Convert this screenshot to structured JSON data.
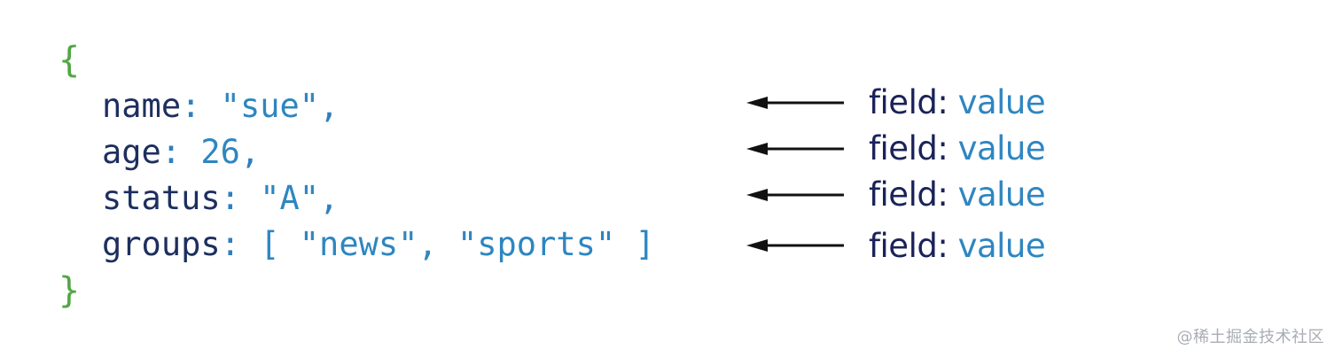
{
  "document": {
    "open_brace": "{",
    "close_brace": "}",
    "brace_color": "#52a644",
    "fields": [
      {
        "key": "name",
        "colon": ":",
        "value": "\"sue\"",
        "trail": ","
      },
      {
        "key": "age",
        "colon": ":",
        "value": "26",
        "trail": ","
      },
      {
        "key": "status",
        "colon": ":",
        "value": "\"A\"",
        "trail": ","
      },
      {
        "key": "groups",
        "colon": ":",
        "value": "[ \"news\", \"sports\" ]",
        "trail": ""
      }
    ]
  },
  "annotations": [
    {
      "field": "field",
      "colon": ":",
      "value": "value"
    },
    {
      "field": "field",
      "colon": ":",
      "value": "value"
    },
    {
      "field": "field",
      "colon": ":",
      "value": "value"
    },
    {
      "field": "field",
      "colon": ":",
      "value": "value"
    }
  ],
  "colors": {
    "key": "#1d2f5e",
    "value": "#2e86c1",
    "annotation_field": "#1a2259",
    "arrow": "#111111"
  },
  "watermark": "@稀土掘金技术社区"
}
